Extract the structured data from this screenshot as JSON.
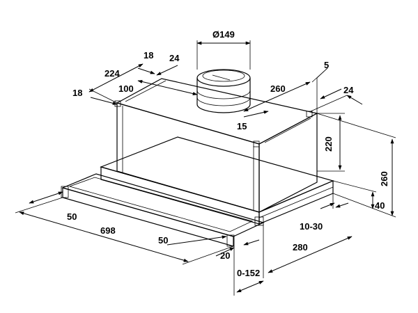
{
  "dimensions": {
    "duct_diameter": "Ø149",
    "top_18": "18",
    "top_24": "24",
    "top_224": "224",
    "left_18": "18",
    "top_100": "100",
    "top_260": "260",
    "top_5": "5",
    "right_24": "24",
    "small_15": "15",
    "height_220": "220",
    "height_260": "260",
    "height_40": "40",
    "range_10_30": "10-30",
    "left_50": "50",
    "width_698": "698",
    "bottom_50": "50",
    "bottom_20": "20",
    "depth_280": "280",
    "range_0_152": "0-152"
  }
}
